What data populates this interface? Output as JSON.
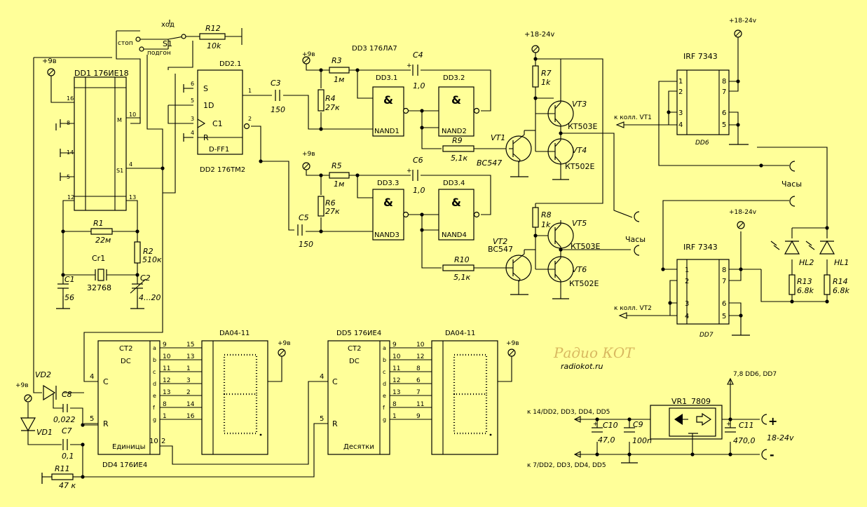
{
  "ics": {
    "dd1": "DD1 176ИЕ18",
    "dd1_pins": {
      "p16": "16",
      "p8": "8",
      "p14": "14",
      "p5": "5",
      "p10": "10",
      "pM": "M",
      "p4": "4",
      "pS1": "S1",
      "p12": "12",
      "p13": "13"
    },
    "dd2_1": "DD2.1",
    "dd2_pins": {
      "s": "S",
      "d": "1D",
      "c": "C1",
      "r": "R",
      "p6": "6",
      "p5": "5",
      "p3": "3",
      "p4": "4",
      "p1": "1",
      "p2": "2",
      "name": "D-FF1"
    },
    "dd2": "DD2 176ТМ2",
    "dd3": "DD3 176ЛА7",
    "dd3_1": "DD3.1",
    "dd3_2": "DD3.2",
    "dd3_3": "DD3.3",
    "dd3_4": "DD3.4",
    "and_sym": "&",
    "nand1": "NAND1",
    "nand2": "NAND2",
    "nand3": "NAND3",
    "nand4": "NAND4",
    "ct2": "CT2",
    "dc": "DC",
    "dd4": "DD4 176ИЕ4",
    "dd4_name": "Единицы",
    "dd5": "DD5 176ИЕ4",
    "dd5_name": "Десятки",
    "pin_c": "C",
    "pin_r": "R",
    "pin4": "4",
    "pin5": "5",
    "pin2": "2",
    "pin10": "10",
    "seg_letters": [
      "a",
      "b",
      "c",
      "d",
      "e",
      "f",
      "g"
    ],
    "dd4_out_pins": [
      "9",
      "10",
      "11",
      "12",
      "13",
      "8",
      "1"
    ],
    "ind1_pins": [
      "15",
      "13",
      "1",
      "3",
      "2",
      "14",
      "16"
    ],
    "dd5_out_pins": [
      "9",
      "10",
      "11",
      "12",
      "13",
      "8",
      "1"
    ],
    "ind2_pins": [
      "10",
      "12",
      "8",
      "6",
      "7",
      "11",
      "9"
    ],
    "da1": "DA04-11",
    "da2": "DA04-11",
    "irf1": "IRF 7343",
    "irf2": "IRF 7343",
    "irf_pins_l": [
      "1",
      "2",
      "3",
      "4"
    ],
    "irf_pins_r": [
      "8",
      "7",
      "6",
      "5"
    ],
    "dd6": "DD6",
    "dd7": "DD7"
  },
  "switch": {
    "label": "S1",
    "hod": "ход",
    "stop": "стоп",
    "podgon": "подгон"
  },
  "resistors": {
    "r12": "R12",
    "r12v": "10k",
    "r1": "R1",
    "r1v": "22м",
    "r2": "R2",
    "r2v": "510к",
    "r3": "R3",
    "r3v": "1м",
    "r4": "R4",
    "r4v": "27к",
    "r5": "R5",
    "r5v": "1м",
    "r6": "R6",
    "r6v": "27к",
    "r7": "R7",
    "r7v": "1k",
    "r8": "R8",
    "r8v": "1k",
    "r9": "R9",
    "r9v": "5,1к",
    "r10": "R10",
    "r10v": "5,1к",
    "r11": "R11",
    "r11v": "47 к",
    "r13": "R13",
    "r13v": "6.8k",
    "r14": "R14",
    "r14v": "6.8k"
  },
  "capacitors": {
    "c1": "C1",
    "c1v": "56",
    "c2": "C2",
    "c2v": "4...20",
    "c3": "C3",
    "c3v": "150",
    "c4": "C4",
    "c4v": "1,0",
    "c5": "C5",
    "c5v": "150",
    "c6": "C6",
    "c6v": "1,0",
    "c7": "C7",
    "c7v": "0,1",
    "c8": "C8",
    "c8v": "0,022",
    "c9": "C9",
    "c9v": "100n",
    "c10": "C10",
    "c10v": "47,0",
    "c11": "C11",
    "c11v": "470,0",
    "plus": "+"
  },
  "crystal": {
    "name": "Cr1",
    "value": "32768"
  },
  "transistors": {
    "vt1": "VT1",
    "vt1t": "BC547",
    "vt2": "VT2",
    "vt2t": "BC547",
    "vt3": "VT3",
    "vt3t": "КТ503Е",
    "vt4": "VT4",
    "vt4t": "КТ502Е",
    "vt5": "VT5",
    "vt5t": "КТ503Е",
    "vt6": "VT6",
    "vt6t": "КТ502Е"
  },
  "diodes": {
    "vd1": "VD1",
    "vd2": "VD2",
    "hl1": "HL1",
    "hl2": "HL2"
  },
  "regulator": {
    "name": "VR1",
    "type": "7809"
  },
  "supply": {
    "v9": "+9в",
    "v18": "+18-24v",
    "chasy": "Часы",
    "k_vt1": "к колл. VT1",
    "k_vt2": "к колл. VT2",
    "out78": "7,8 DD6, DD7",
    "k14": "к 14/DD2, DD3, DD4, DD5",
    "k7": "к 7/DD2, DD3, DD4, DD5",
    "in_plus": "+",
    "in_minus": "-",
    "in_v": "18-24v"
  },
  "logo": {
    "line1": "Радио КОТ",
    "line2": "radiokot.ru"
  },
  "colors": {
    "background": "#ffff99",
    "ink": "#000000",
    "logo": "#d8b860"
  }
}
